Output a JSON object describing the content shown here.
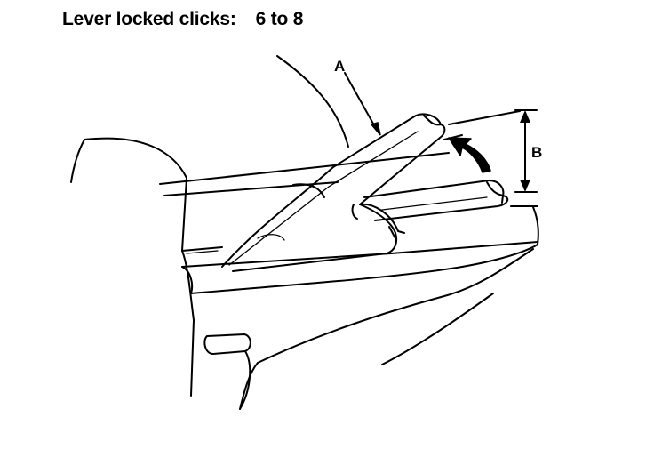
{
  "caption": {
    "label": "Lever locked clicks:",
    "value": "6 to 8"
  },
  "callouts": {
    "a": "A",
    "b": "B"
  }
}
